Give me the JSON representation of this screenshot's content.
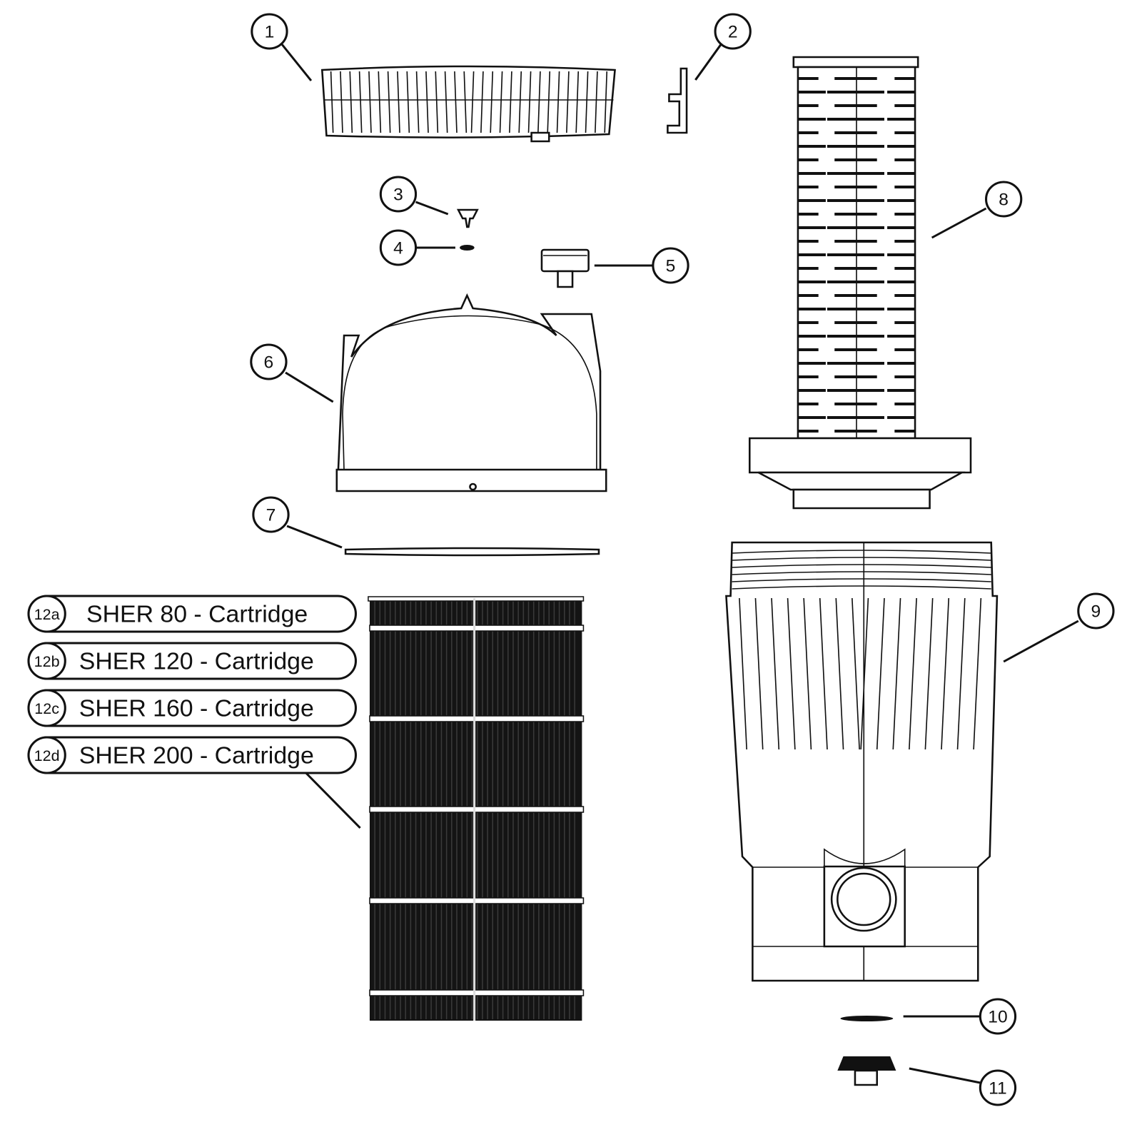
{
  "diagram": {
    "callouts": [
      {
        "id": "1",
        "label": "1"
      },
      {
        "id": "2",
        "label": "2"
      },
      {
        "id": "3",
        "label": "3"
      },
      {
        "id": "4",
        "label": "4"
      },
      {
        "id": "5",
        "label": "5"
      },
      {
        "id": "6",
        "label": "6"
      },
      {
        "id": "7",
        "label": "7"
      },
      {
        "id": "8",
        "label": "8"
      },
      {
        "id": "9",
        "label": "9"
      },
      {
        "id": "10",
        "label": "10"
      },
      {
        "id": "11",
        "label": "11"
      }
    ],
    "cartridge_labels": [
      {
        "num": "12a",
        "text": "SHER 80 - Cartridge"
      },
      {
        "num": "12b",
        "text": "SHER 120 - Cartridge"
      },
      {
        "num": "12c",
        "text": "SHER 160 - Cartridge"
      },
      {
        "num": "12d",
        "text": "SHER 200 - Cartridge"
      }
    ]
  }
}
